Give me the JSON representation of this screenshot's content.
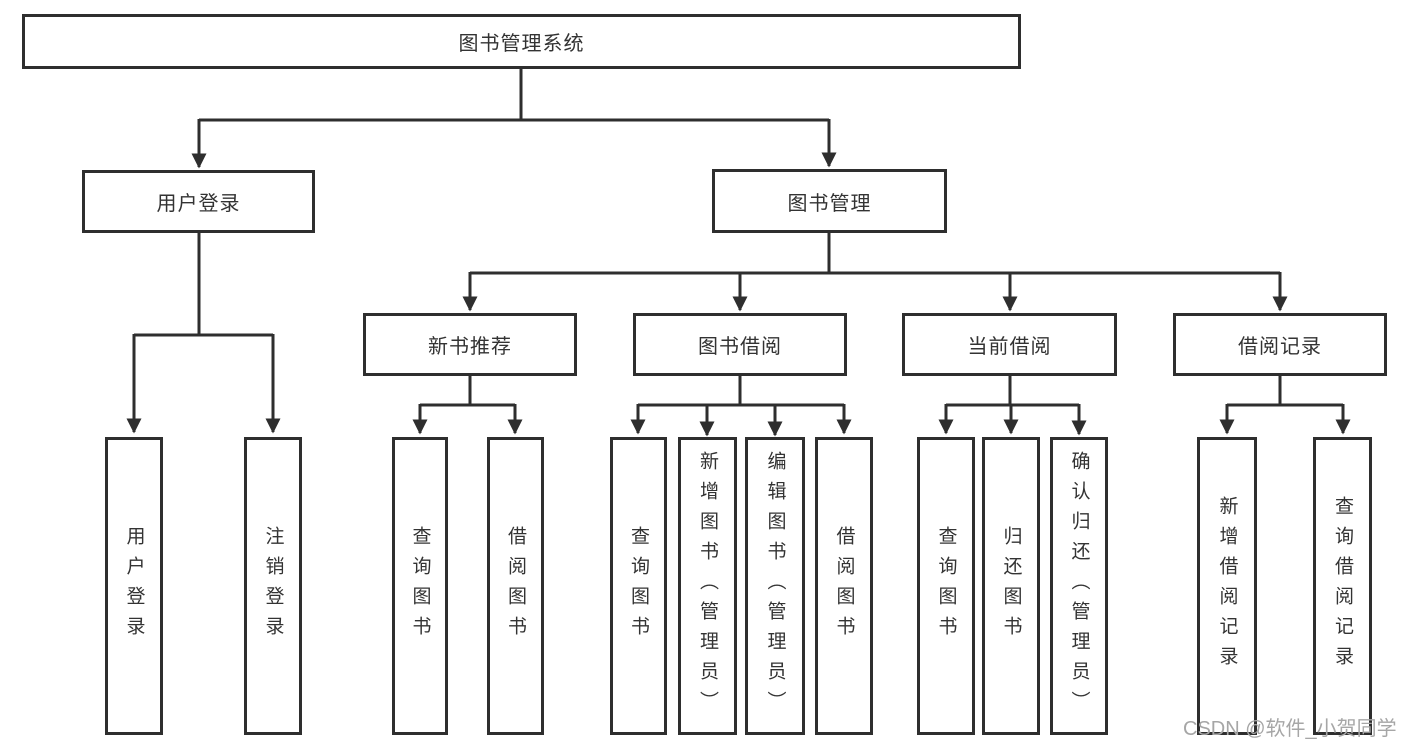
{
  "diagram_title": "图书管理系统",
  "nodes": {
    "root": "图书管理系统",
    "user_login": "用户登录",
    "book_management": "图书管理",
    "new_book_recommend": "新书推荐",
    "book_borrowing": "图书借阅",
    "current_borrowing": "当前借阅",
    "borrowing_records": "借阅记录",
    "user_login_children": [
      "用户登录",
      "注销登录"
    ],
    "new_book_recommend_children": [
      "查询图书",
      "借阅图书"
    ],
    "book_borrowing_children": [
      "查询图书",
      "新增图书（管理员）",
      "编辑图书（管理员）",
      "借阅图书"
    ],
    "current_borrowing_children": [
      "查询图书",
      "归还图书",
      "确认归还（管理员）"
    ],
    "borrowing_records_children": [
      "新增借阅记录",
      "查询借阅记录"
    ]
  },
  "watermark": "CSDN @软件_小贺同学",
  "colors": {
    "line": "#2e2e2e",
    "text": "#333333",
    "watermark": "#a6a6a6",
    "background": "#ffffff"
  }
}
